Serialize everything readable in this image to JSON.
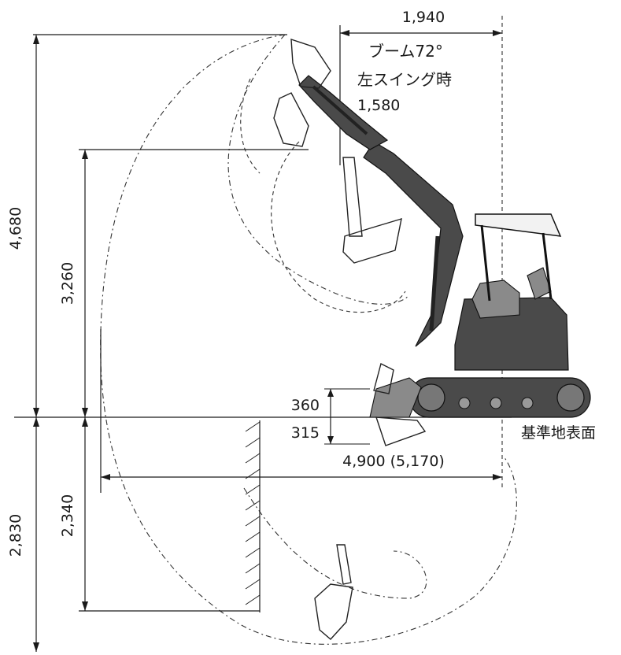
{
  "labels": {
    "reach_top": "1,940",
    "boom_note_line1": "ブーム72°",
    "boom_note_line2": "左スイング時",
    "boom_note_line3": "1,580",
    "max_height": "4,680",
    "dump_height": "3,260",
    "blade_up": "360",
    "blade_down": "315",
    "ground_line": "基準地表面",
    "max_reach": "4,900 (5,170)",
    "max_depth": "2,830",
    "vertical_wall_depth": "2,340"
  },
  "colors": {
    "ink": "#1a1a1a",
    "machine_body": "#4a4a4a",
    "machine_light": "#8a8a8a"
  }
}
